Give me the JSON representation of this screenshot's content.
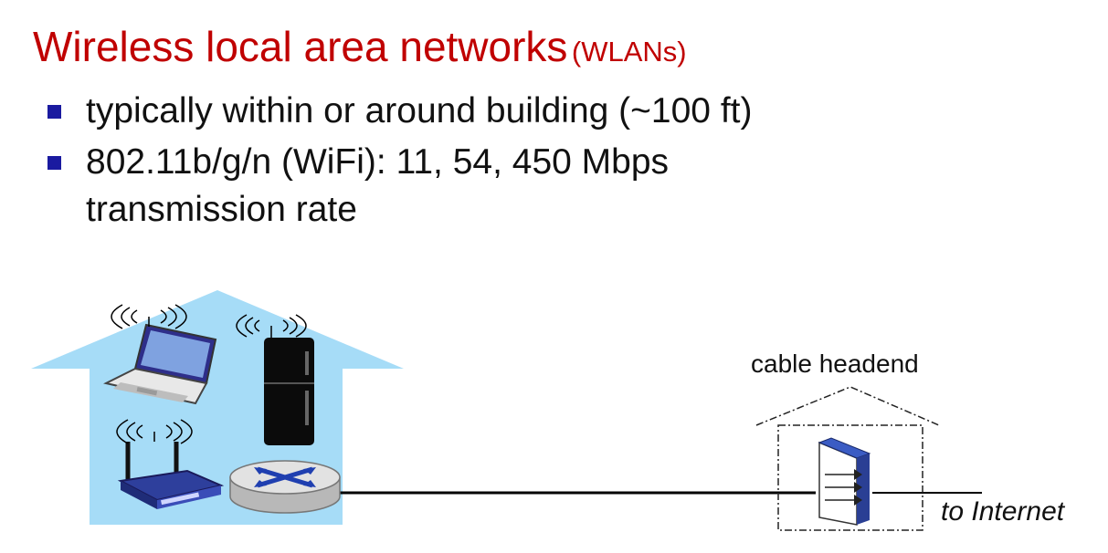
{
  "slide": {
    "title": "Wireless local area networks",
    "title_suffix": "(WLANs)",
    "bullets": [
      {
        "text": "typically within or around building (~100 ft)"
      },
      {
        "text": "802.11b/g/n (WiFi): 11, 54, 450 Mbps",
        "text2": "transmission rate"
      }
    ]
  },
  "diagram": {
    "headend_label": "cable headend",
    "internet_label": "to Internet"
  },
  "colors": {
    "title": "#c00000",
    "bullet": "#1a1aa0",
    "house": "#a6dcf7"
  }
}
